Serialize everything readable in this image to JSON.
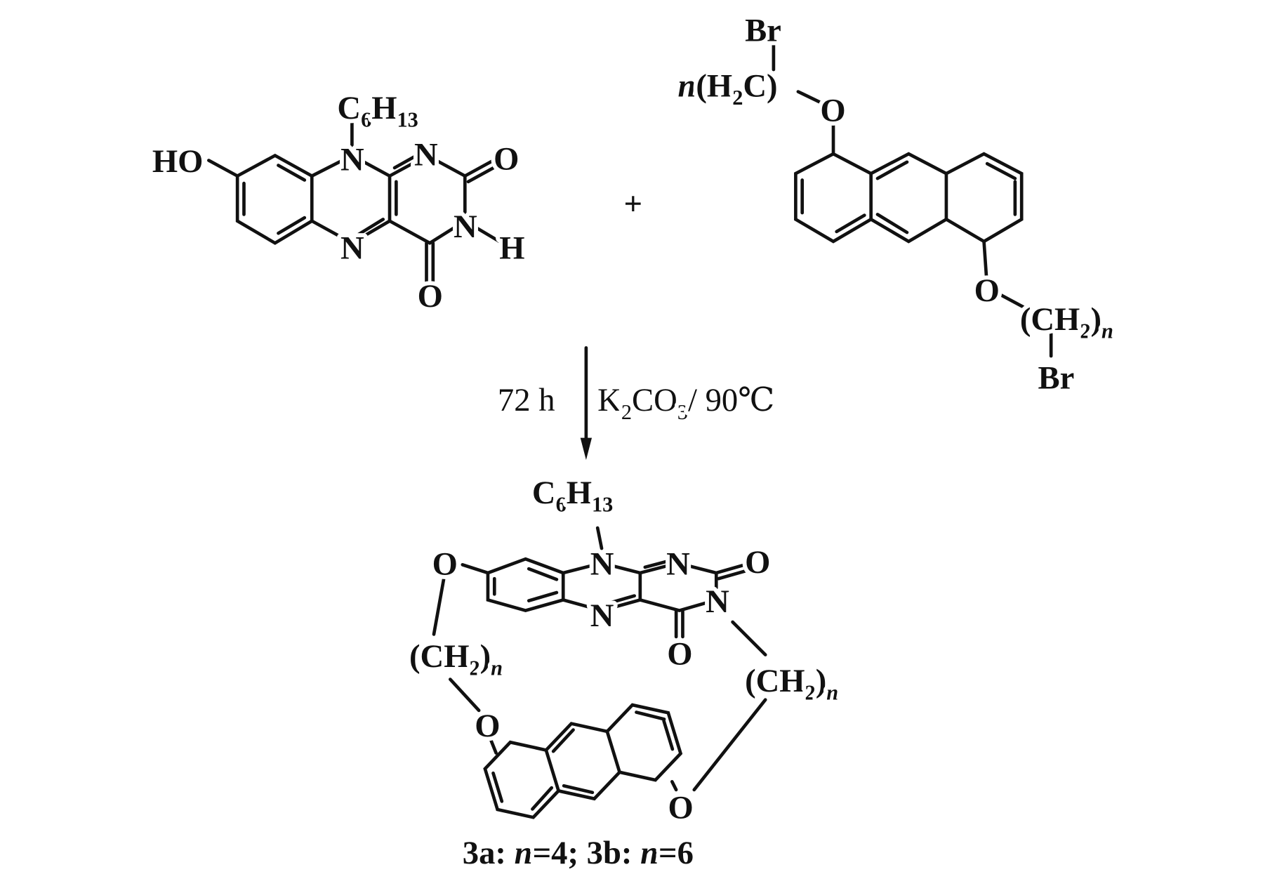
{
  "reactant1": {
    "alkyl": {
      "c": "C",
      "c_sub": "6",
      "h": "H",
      "h_sub": "13"
    },
    "hydroxyl": "HO",
    "n10": "N",
    "n1": "N",
    "n5": "N",
    "n3": "N",
    "h3": "H",
    "o2": "O",
    "o4": "O"
  },
  "plus": "+",
  "reactant2": {
    "br_top": "Br",
    "chain_top": {
      "n": "n",
      "open": "(H",
      "sub": "2",
      "close": "C)"
    },
    "o_top": "O",
    "o_bottom": "O",
    "chain_bottom": {
      "open": "(CH",
      "sub": "2",
      "close": ")",
      "n": "n"
    },
    "br_bottom": "Br"
  },
  "conditions": {
    "time": "72 h",
    "reagent": {
      "k": "K",
      "k_sub": "2",
      "co": "CO",
      "o_sub": "3",
      "rest": "/ 90℃"
    }
  },
  "product": {
    "alkyl": {
      "c": "C",
      "c_sub": "6",
      "h": "H",
      "h_sub": "13"
    },
    "o_flavin": "O",
    "n10": "N",
    "n1": "N",
    "n5": "N",
    "n3": "N",
    "o2": "O",
    "o4": "O",
    "chain_left": {
      "open": "(CH",
      "sub": "2",
      "close": ")",
      "n": "n"
    },
    "chain_right": {
      "open": "(CH",
      "sub": "2",
      "close": ")",
      "n": "n"
    },
    "o_anth_left": "O",
    "o_anth_right": "O"
  },
  "caption": {
    "a": "3a: ",
    "n1": "n",
    "a_val": "=4; 3b: ",
    "n2": "n",
    "b_val": "=6"
  }
}
